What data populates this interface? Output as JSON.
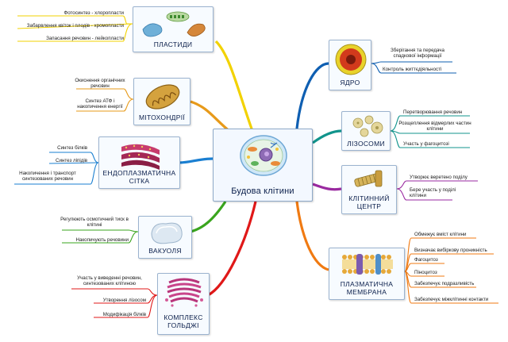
{
  "center": {
    "title": "Будова клітини",
    "icon": "cell-illustration"
  },
  "branches": [
    {
      "id": "plastids",
      "caption": "ПЛАСТИДИ",
      "color": "#f2d200",
      "icon": "chloroplast-illustration",
      "items": [
        "Фотосинтез - хлоропласти",
        "Забарвлення квіток і плодів - хромопласти",
        "Запасання речовин - лейкопласти"
      ]
    },
    {
      "id": "mitochondria",
      "caption": "МІТОХОНДРІЇ",
      "color": "#e79a1a",
      "icon": "mitochondrion-illustration",
      "items": [
        "Окиснення органічних речовин",
        "Синтез АТФ і накопичення енергії"
      ]
    },
    {
      "id": "er",
      "caption": "ЕНДОПЛАЗМАТИЧНА СІТКА",
      "color": "#1a7fd1",
      "icon": "er-illustration",
      "items": [
        "Синтез білків",
        "Синтез ліпідів",
        "Накопичення і транспорт синтезованих речовин"
      ]
    },
    {
      "id": "vacuole",
      "caption": "ВАКУОЛЯ",
      "color": "#3aa51e",
      "icon": "vacuole-illustration",
      "items": [
        "Регулюють осмотичний тиск в клітині",
        "Накопичують речовини"
      ]
    },
    {
      "id": "golgi",
      "caption": "КОМПЛЕКС ГОЛЬДЖІ",
      "color": "#e01818",
      "icon": "golgi-illustration",
      "items": [
        "Участь у виведенні речовин, синтезованих клітиною",
        "Утворення лізосом",
        "Модифікація білків"
      ]
    },
    {
      "id": "nucleus",
      "caption": "ЯДРО",
      "color": "#0f5fb2",
      "icon": "nucleus-illustration",
      "items": [
        "Зберігання та передача спадкової інформації",
        "Контроль життєдіяльності"
      ]
    },
    {
      "id": "lysosomes",
      "caption": "ЛІЗОСОМИ",
      "color": "#11948c",
      "icon": "lysosome-illustration",
      "items": [
        "Перетворювання речовин",
        "Розщеплення відмерлих частин клітини",
        "Участь у фагоцитозі"
      ]
    },
    {
      "id": "centrosome",
      "caption": "КЛІТИННИЙ ЦЕНТР",
      "color": "#9a2aa0",
      "icon": "centriole-illustration",
      "items": [
        "Утворює веретено поділу",
        "Бере участь у поділі клітини"
      ]
    },
    {
      "id": "membrane",
      "caption": "ПЛАЗМАТИЧНА МЕМБРАНА",
      "color": "#f07a12",
      "icon": "membrane-illustration",
      "items": [
        "Обмежує вміст клітини",
        "Визначає вибіркову проникність",
        "Фагоцитоз",
        "Піноцитоз",
        "Забезпечує подразливість",
        "Забезпечує міжклітинні контакти"
      ]
    }
  ]
}
